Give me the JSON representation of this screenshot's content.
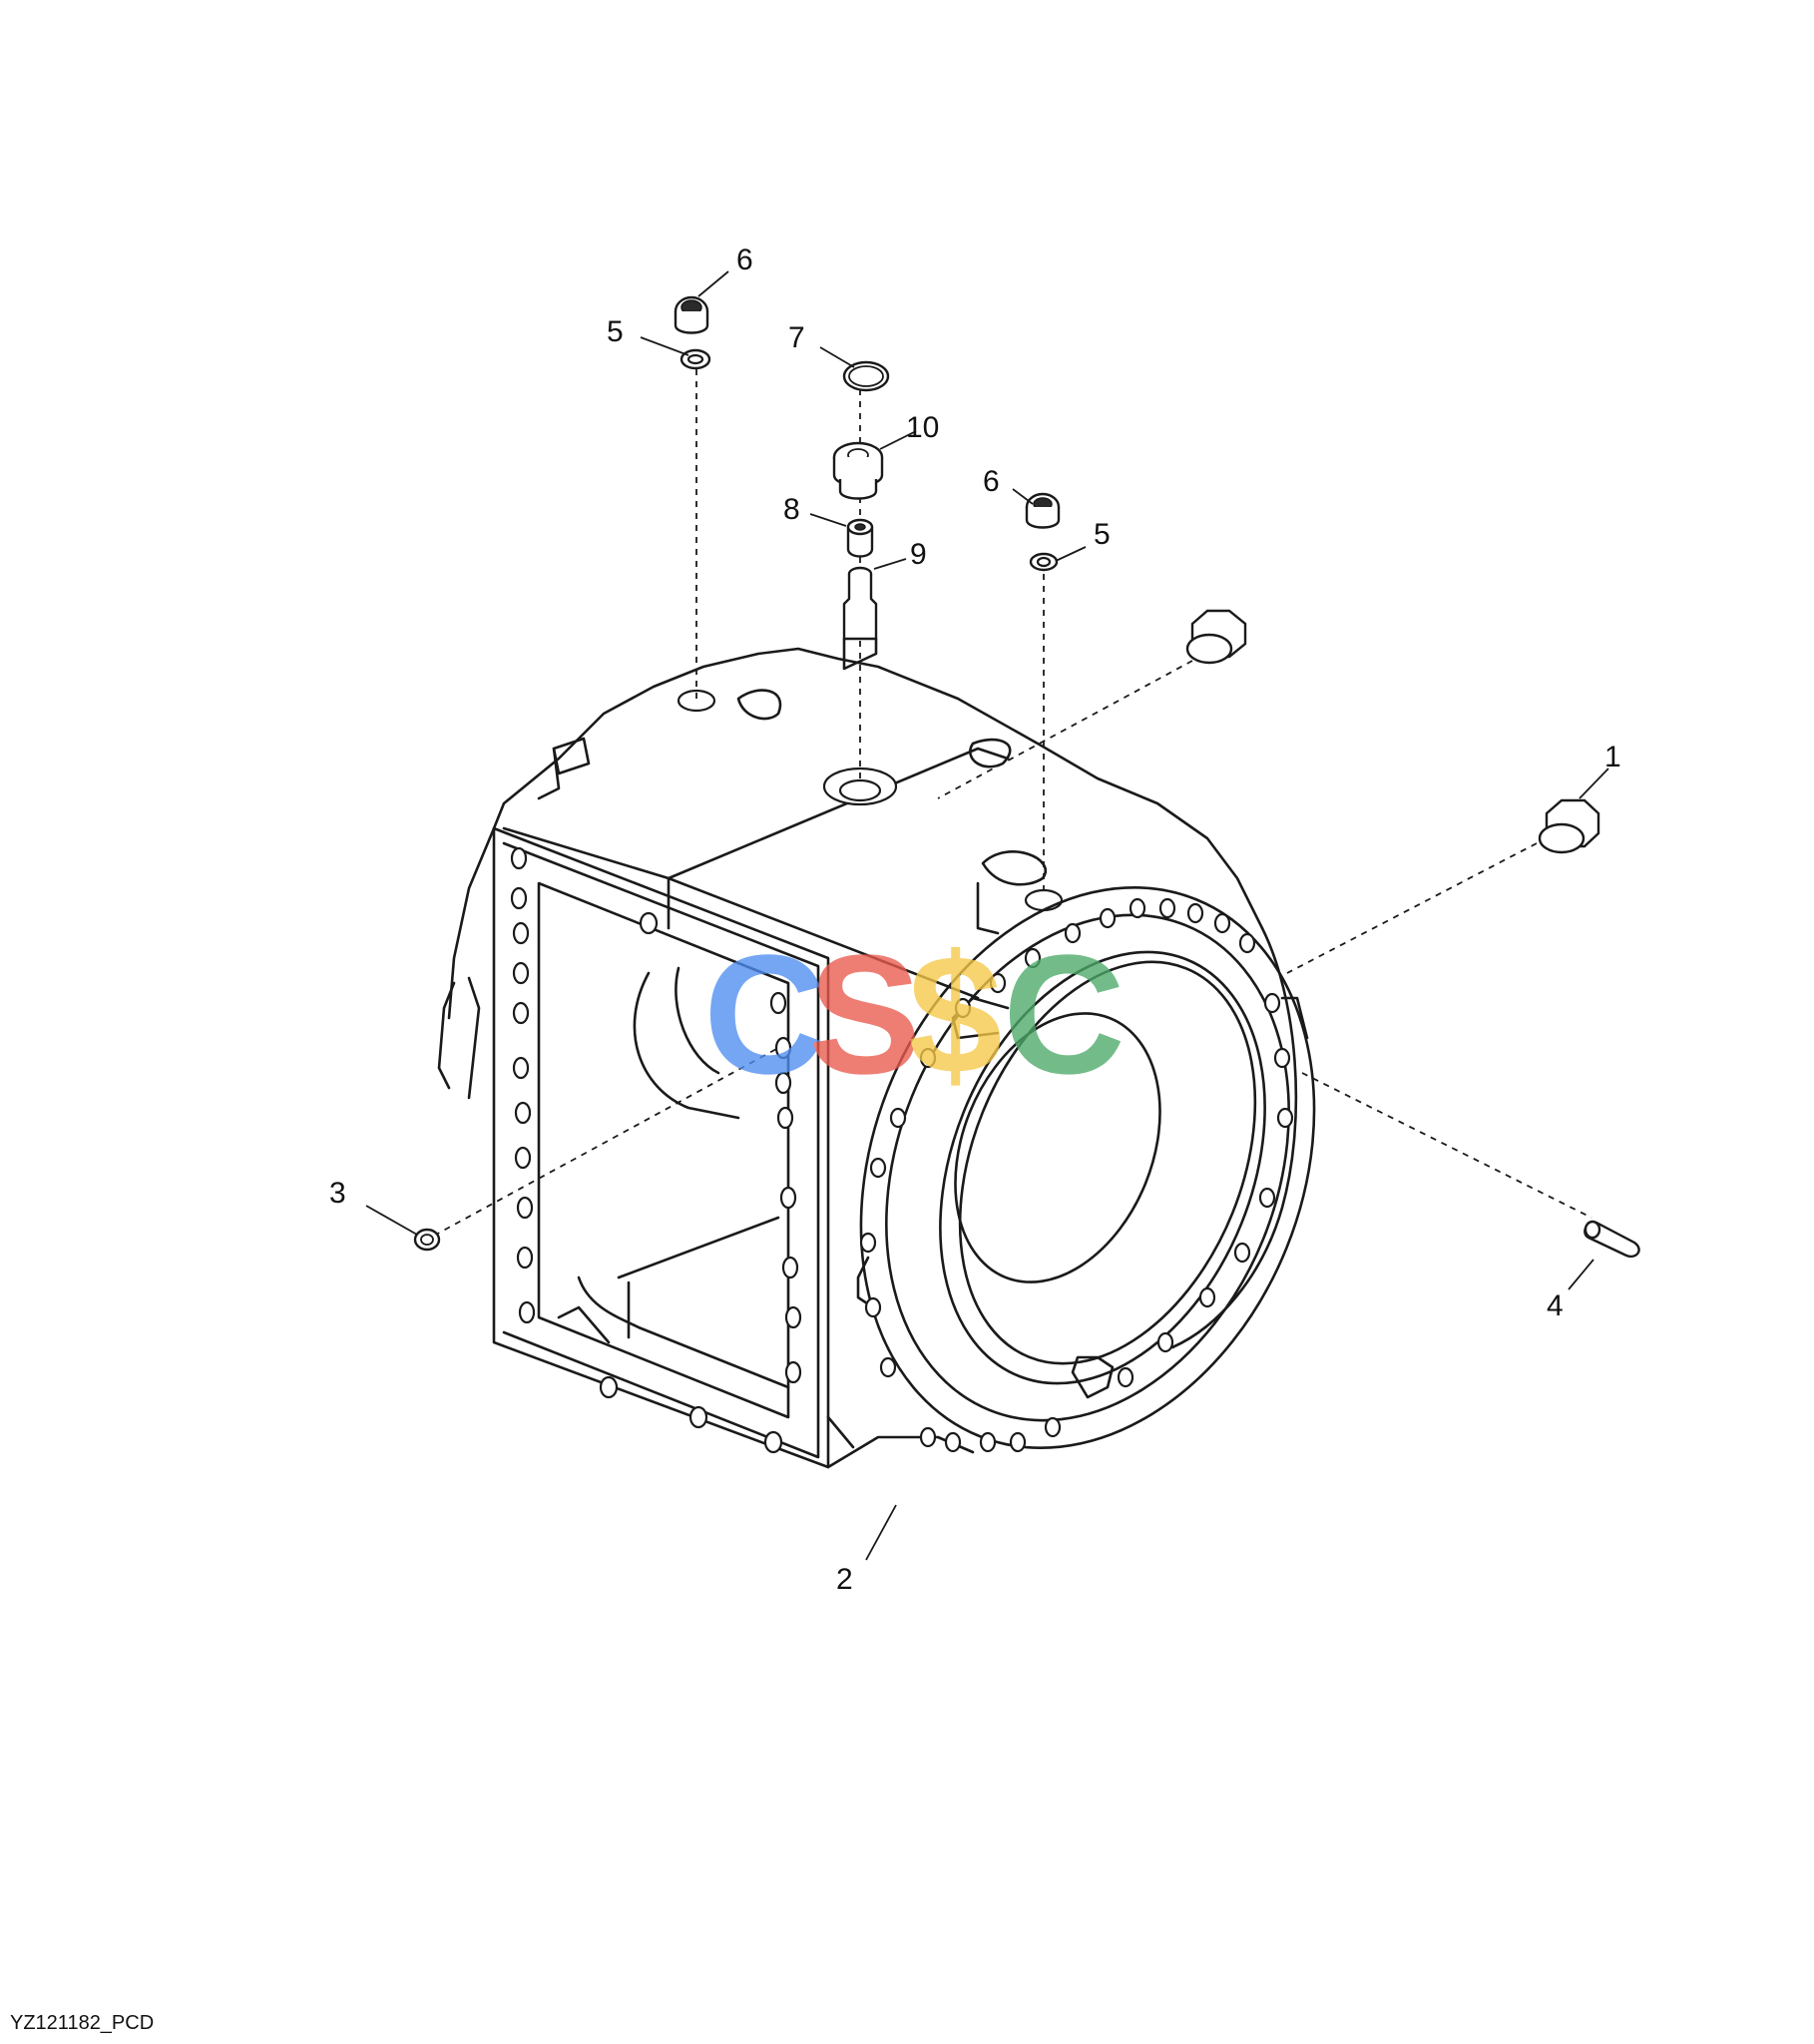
{
  "diagram": {
    "reference_code": "YZ121182_PCD",
    "callouts": [
      {
        "id": "c1",
        "label": "1"
      },
      {
        "id": "c2",
        "label": "2"
      },
      {
        "id": "c3",
        "label": "3"
      },
      {
        "id": "c4",
        "label": "4"
      },
      {
        "id": "c5a",
        "label": "5"
      },
      {
        "id": "c5b",
        "label": "5"
      },
      {
        "id": "c6a",
        "label": "6"
      },
      {
        "id": "c6b",
        "label": "6"
      },
      {
        "id": "c7",
        "label": "7"
      },
      {
        "id": "c8",
        "label": "8"
      },
      {
        "id": "c9",
        "label": "9"
      },
      {
        "id": "c10",
        "label": "10"
      }
    ],
    "watermark": {
      "letters": [
        "C",
        "S",
        "$",
        "C"
      ],
      "colors": [
        "#4f8ef0",
        "#ea5a4e",
        "#f7c948",
        "#4caa6a"
      ]
    }
  }
}
